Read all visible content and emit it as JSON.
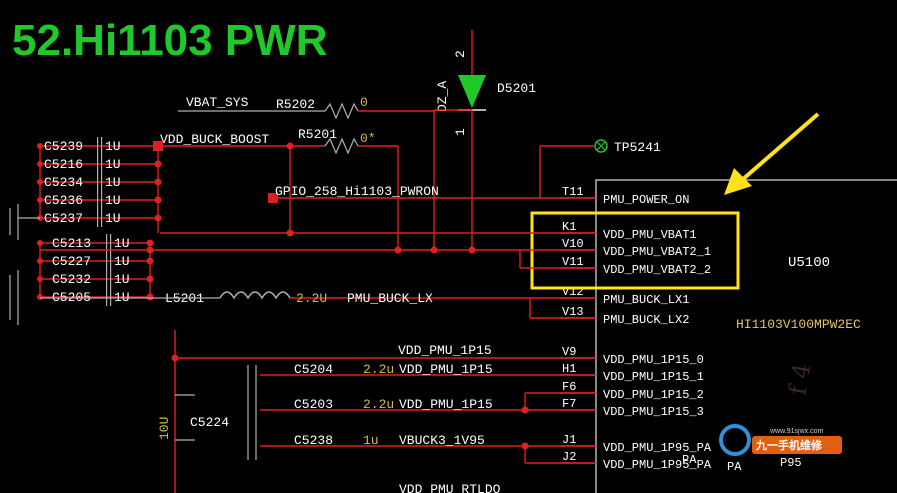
{
  "title": "52.Hi1103 PWR",
  "colors": {
    "wire": "#e02020",
    "title": "#1fc92a",
    "highlight": "#ffe21a",
    "arrow": "#ffe21a"
  },
  "nets": {
    "vbat_sys": "VBAT_SYS",
    "vdd_buck_boost": "VDD_BUCK_BOOST",
    "gpio": "GPIO_258_Hi1103_PWRON",
    "pmu_buck_lx": "PMU_BUCK_LX",
    "vdd_pmu_1p15_a": "VDD_PMU_1P15",
    "vdd_pmu_1p15_b": "VDD_PMU_1P15",
    "vdd_pmu_1p15_c": "VDD_PMU_1P15",
    "vbuck3": "VBUCK3_1V95",
    "bottom": "VDD_PMU_RTLDO"
  },
  "parts": {
    "d5201": "D5201",
    "dz_a": "DZ_A",
    "d_pin2": "2",
    "d_pin1": "1",
    "r5202": "R5202",
    "r5202_val": "0",
    "r5201": "R5201",
    "r5201_val": "0*",
    "tp5241": "TP5241",
    "l5201": "L5201",
    "l5201_val": "2.2U",
    "c5224": "C5224",
    "c5224_val": "10U",
    "c5204": "C5204",
    "c5204_val": "2.2u",
    "c5203": "C5203",
    "c5203_val": "2.2u",
    "c5238": "C5238",
    "c5238_val": "1u"
  },
  "caps_top": [
    {
      "ref": "C5239",
      "val": "1U"
    },
    {
      "ref": "C5216",
      "val": "1U"
    },
    {
      "ref": "C5234",
      "val": "1U"
    },
    {
      "ref": "C5236",
      "val": "1U"
    },
    {
      "ref": "C5237",
      "val": "1U"
    }
  ],
  "caps_mid": [
    {
      "ref": "C5213",
      "val": "1U"
    },
    {
      "ref": "C5227",
      "val": "1U"
    },
    {
      "ref": "C5232",
      "val": "1U"
    },
    {
      "ref": "C5205",
      "val": "1U"
    }
  ],
  "chip": {
    "ref": "U5100",
    "part": "HI1103V100MPW2EC",
    "pins": [
      {
        "num": "T11",
        "name": "PMU_POWER_ON"
      },
      {
        "num": "K1",
        "name": "VDD_PMU_VBAT1"
      },
      {
        "num": "V10",
        "name": "VDD_PMU_VBAT2_1"
      },
      {
        "num": "V11",
        "name": "VDD_PMU_VBAT2_2"
      },
      {
        "num": "V12",
        "name": "PMU_BUCK_LX1"
      },
      {
        "num": "V13",
        "name": "PMU_BUCK_LX2"
      },
      {
        "num": "V9",
        "name": "VDD_PMU_1P15_0"
      },
      {
        "num": "H1",
        "name": "VDD_PMU_1P15_1"
      },
      {
        "num": "F6",
        "name": "VDD_PMU_1P15_2"
      },
      {
        "num": "F7",
        "name": "VDD_PMU_1P15_3"
      },
      {
        "num": "J1",
        "name": "VDD_PMU_1P95_PA"
      },
      {
        "num": "J2",
        "name": "VDD_PMU_1P95_PA"
      }
    ],
    "extra_marks": [
      "PA",
      "PA",
      "P95"
    ]
  },
  "watermark": {
    "brand": "九一手机维修",
    "url": "www.91sjwx.com"
  }
}
